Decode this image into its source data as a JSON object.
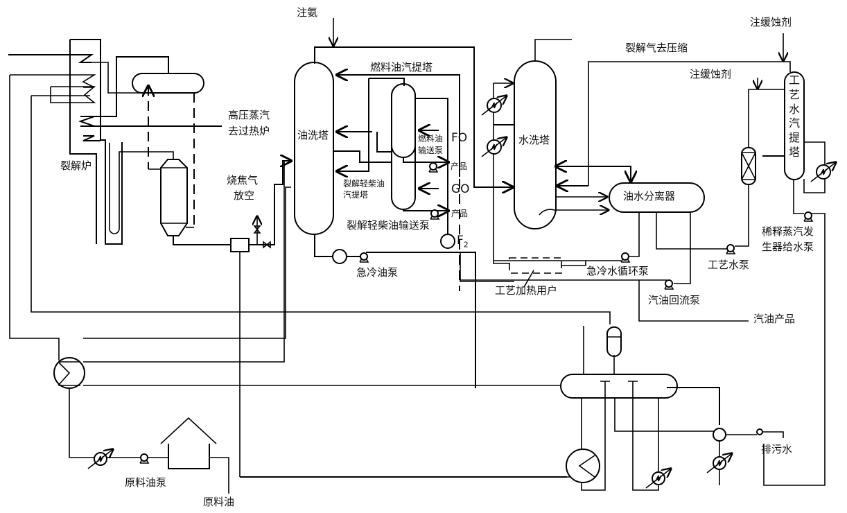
{
  "diagram": {
    "title": "",
    "type": "process-flow-diagram",
    "line_color": "#000000",
    "background": "#ffffff"
  },
  "equipment": {
    "cracking_furnace": "裂解炉",
    "oil_wash_tower": "油洗塔",
    "water_wash_tower": "水洗塔",
    "oil_water_separator": "油水分离器",
    "process_water_stripper": [
      "工",
      "艺",
      "水",
      "汽",
      "提",
      "塔"
    ],
    "fuel_oil_stripper": "燃料油汽提塔",
    "light_diesel_stripper_line1": "裂解轻柴油",
    "light_diesel_stripper_line2": "汽提塔",
    "fuel_oil_pump_line1": "燃料油",
    "fuel_oil_pump_line2": "输送泵",
    "light_diesel_pump": "裂解轻柴油输送泵",
    "quench_oil_pump": "急冷油泵",
    "quench_water_pump": "急冷水循环泵",
    "process_heat_users": "工艺加热用户",
    "gasoline_reflux_pump": "汽油回流泵",
    "process_water_pump": "工艺水泵",
    "dilution_steam_pump_line1": "稀释蒸汽发",
    "dilution_steam_pump_line2": "生器给水泵",
    "feed_oil_pump": "原料油泵"
  },
  "streams": {
    "ammonia_injection": "注氨",
    "corrosion_inhibitor_1": "注缓蚀剂",
    "corrosion_inhibitor_2": "注缓蚀剂",
    "cracked_gas_to_compression": "裂解气去压缩",
    "hp_steam_line1": "高压蒸汽",
    "hp_steam_line2": "去过热炉",
    "decoking_gas_line1": "烧焦气",
    "decoking_gas_line2": "放空",
    "fo_label": "FO",
    "fo_product": "产品",
    "go_label": "GO",
    "go_product": "产品",
    "f2_label": "F",
    "f2_sub": "2",
    "gasoline_product": "汽油产品",
    "sewage": "排污水",
    "feed_oil": "原料油"
  }
}
